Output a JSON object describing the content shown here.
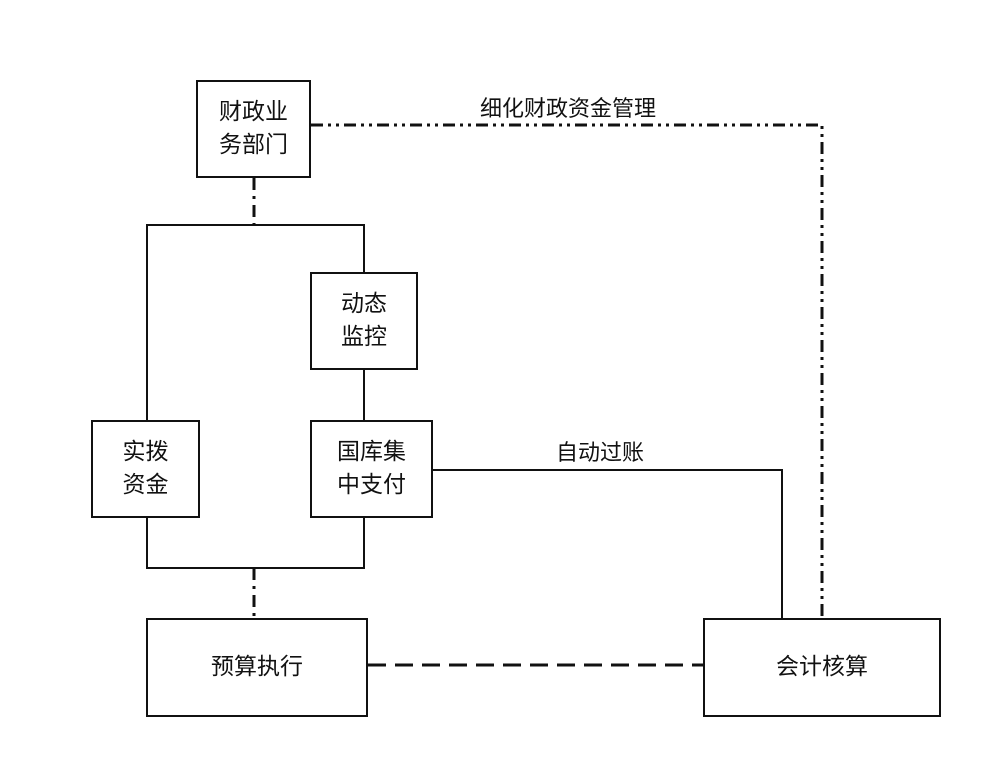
{
  "nodes": {
    "finance_dept": "财政业\n务部门",
    "dynamic_monitor": "动态\n监控",
    "actual_funds": "实拨\n资金",
    "treasury_payment": "国库集\n中支付",
    "budget_execution": "预算执行",
    "accounting": "会计核算"
  },
  "edge_labels": {
    "refined_management": "细化财政资金管理",
    "auto_posting": "自动过账"
  },
  "colors": {
    "line": "#111111",
    "background": "#ffffff"
  }
}
